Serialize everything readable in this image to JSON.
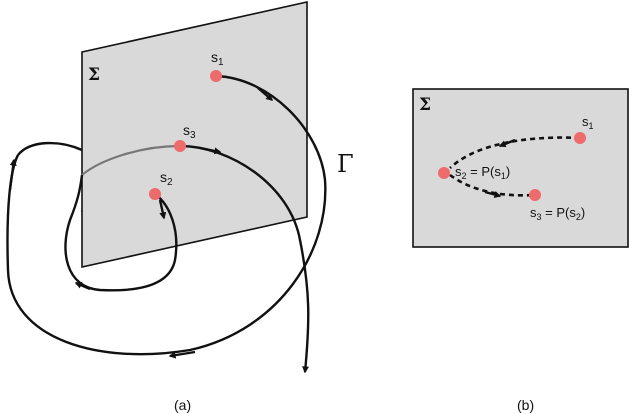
{
  "panel_a": {
    "caption": "(a)",
    "plane_label": "Σ",
    "curve_label": "Γ",
    "points": {
      "s1": "s",
      "s1_sub": "1",
      "s2": "s",
      "s2_sub": "2",
      "s3": "s",
      "s3_sub": "3"
    }
  },
  "panel_b": {
    "caption": "(b)",
    "plane_label": "Σ",
    "s1": "s",
    "s1_sub": "1",
    "s2_pre": "s",
    "s2_sub": "2",
    "s2_eq": " = P(s",
    "s2_arg": "1",
    "s2_close": ")",
    "s3_pre": "s",
    "s3_sub": "3",
    "s3_eq": " = P(s",
    "s3_arg": "2",
    "s3_close": ")"
  },
  "colors": {
    "plane": "#d9d9d9",
    "point": "#ee6b6b",
    "curve": "#111111",
    "hidden_curve": "#777777"
  }
}
